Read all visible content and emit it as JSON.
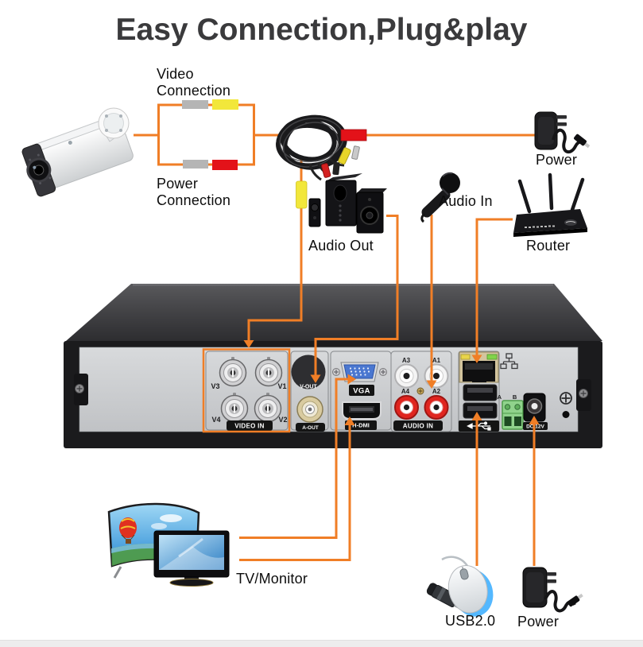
{
  "title": "Easy Connection,Plug&play",
  "colors": {
    "accent_orange": "#F07E26",
    "connector_yellow": "#F2E73B",
    "connector_red": "#E31219",
    "connector_gray": "#B5B5B5",
    "dvr_panel_gray": "#CBCDCF",
    "vga_blue": "#4A77D0",
    "terminal_green": "#90D38C"
  },
  "annotations": {
    "video_connection": "Video Connection",
    "power_connection": "Power Connection",
    "power_top": "Power",
    "audio_out": "Audio Out",
    "audio_in": "Audio In",
    "router": "Router",
    "tv_monitor": "TV/Monitor",
    "usb": "USB2.0",
    "power_bottom": "Power"
  },
  "dvr": {
    "video_in": {
      "label": "VIDEO IN",
      "channels": [
        "V3",
        "V1",
        "V4",
        "V2"
      ]
    },
    "v_out": "V-OUT",
    "a_out": "A-OUT",
    "vga": "VGA",
    "hdmi": "H-DMI",
    "audio_in": {
      "label": "AUDIO IN",
      "channels": [
        "A3",
        "A1",
        "A4",
        "A2"
      ]
    },
    "terminal_label": "A B",
    "dc_label": "DC 12V"
  },
  "icons": {
    "ethernet": "network-nodes-icon",
    "usb": "usb-trident-icon",
    "ground": "circle-plus-icon"
  }
}
